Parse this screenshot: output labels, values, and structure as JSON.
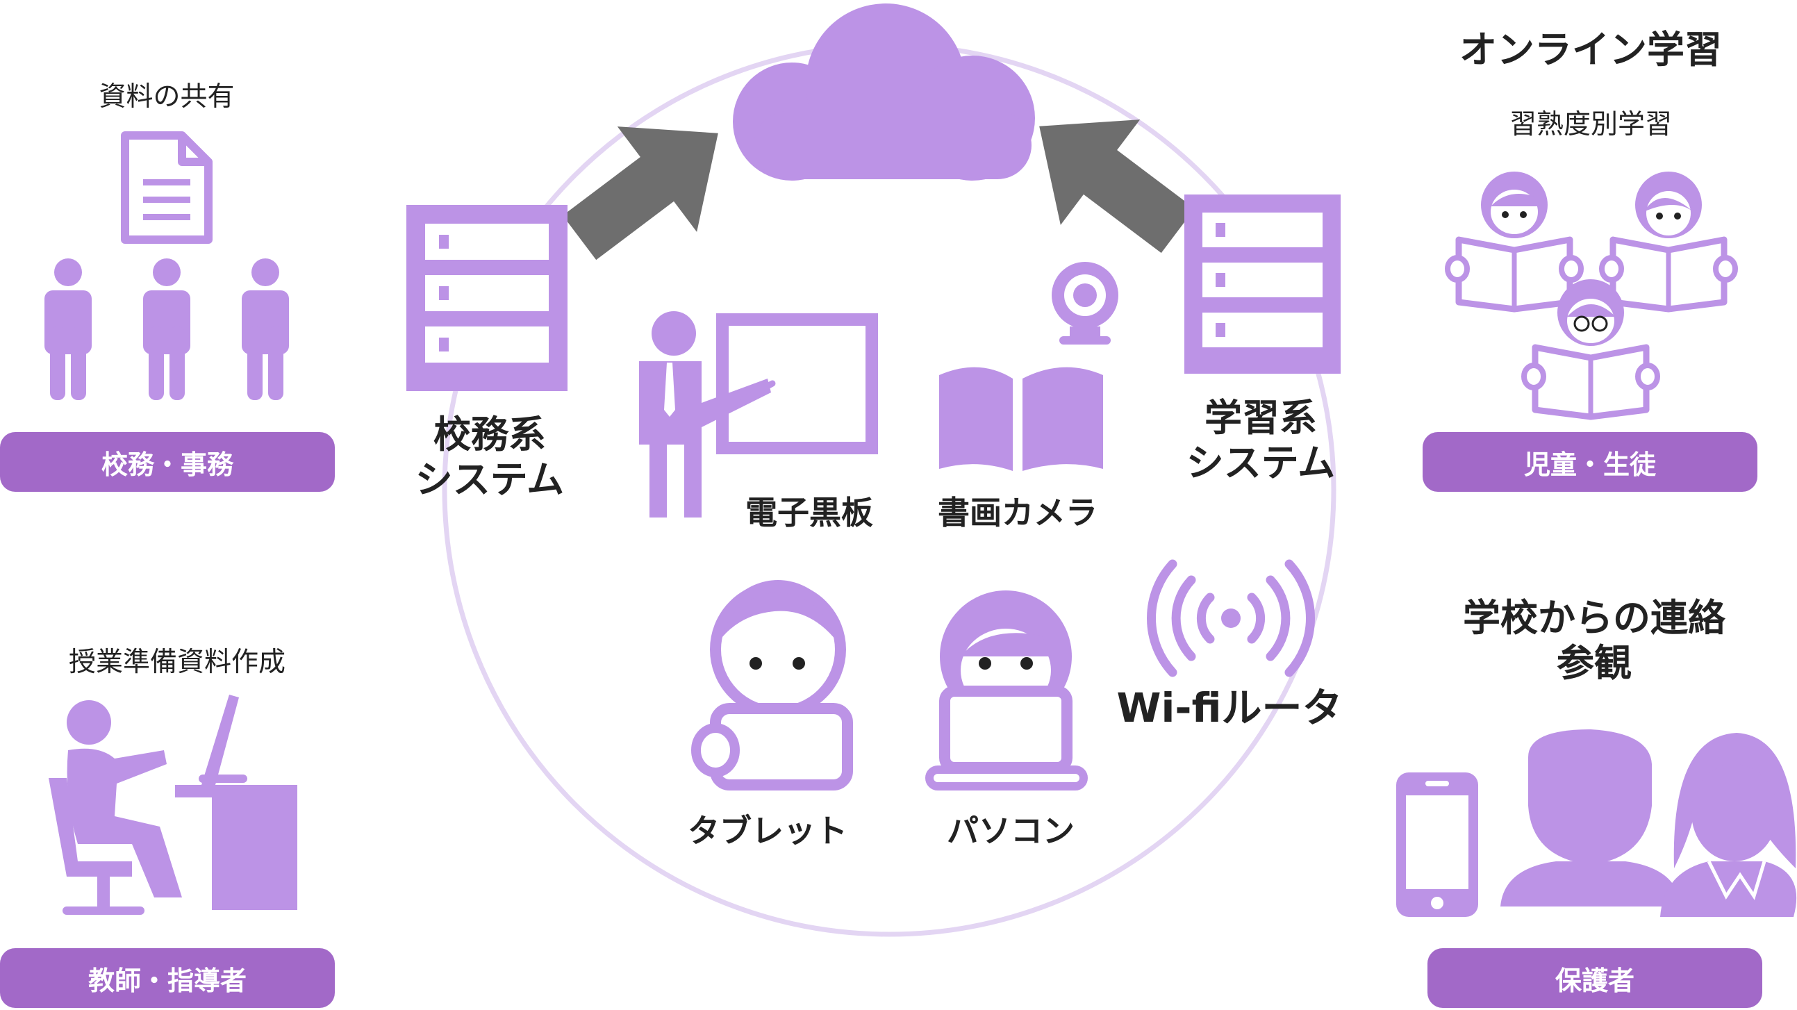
{
  "colors": {
    "icon": "#bc93e6",
    "pill": "#a269c8",
    "ring": "#e3d5f3",
    "arrow": "#6e6e6e",
    "text": "#222222"
  },
  "left_top": {
    "caption": "資料の共有",
    "pill": "校務・事務",
    "icons": [
      "document-icon",
      "person-icon",
      "person-icon",
      "person-icon"
    ]
  },
  "left_bottom": {
    "caption": "授業準備資料作成",
    "pill": "教師・指導者",
    "icons": [
      "teacher-at-desk-icon"
    ]
  },
  "center": {
    "admin_system": {
      "line1": "校務系",
      "line2": "システム"
    },
    "learning_system": {
      "line1": "学習系",
      "line2": "システム"
    },
    "blackboard": "電子黒板",
    "camera": "書画カメラ",
    "tablet": "タブレット",
    "pc": "パソコン",
    "router": "Wi-fiルータ",
    "icons": [
      "cloud-icon",
      "server-icon",
      "arrow-icon",
      "presenter-icon",
      "book-icon",
      "webcam-icon",
      "tablet-user-icon",
      "laptop-user-icon",
      "wifi-icon"
    ]
  },
  "right_top": {
    "title": "オンライン学習",
    "caption": "習熟度別学習",
    "pill": "児童・生徒",
    "icons": [
      "student-reading-icon"
    ]
  },
  "right_bottom": {
    "title_line1": "学校からの連絡",
    "title_line2": "参観",
    "pill": "保護者",
    "icons": [
      "smartphone-icon",
      "man-avatar-icon",
      "woman-avatar-icon"
    ]
  }
}
